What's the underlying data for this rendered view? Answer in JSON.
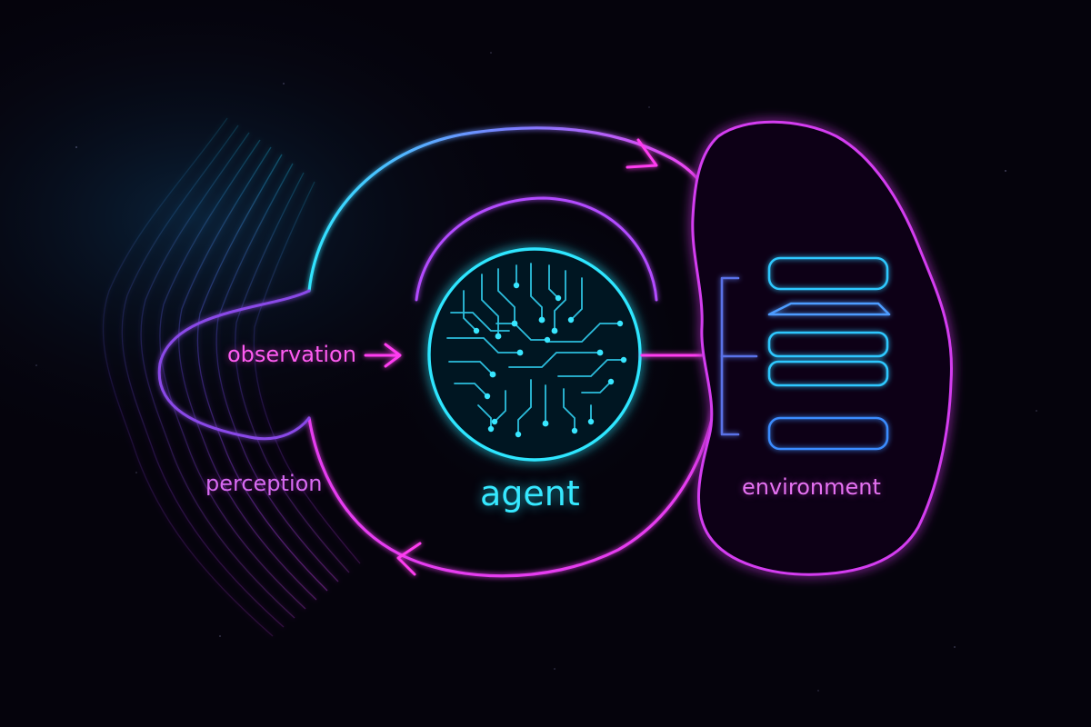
{
  "labels": {
    "observation": "observation",
    "perception": "perception",
    "agent": "agent",
    "environment": "environment"
  },
  "colors": {
    "background": "#05030c",
    "cyan": "#2fe6ff",
    "magenta": "#ff3cf0",
    "violet": "#b34bff",
    "blue": "#3aa8ff",
    "observation_text": "#ff5cf2",
    "perception_text": "#d86af2",
    "agent_text": "#36e8ff",
    "environment_text": "#e672f2"
  },
  "icons": {
    "agent_core": "circuit-brain-icon",
    "environment_panel": "stacked-server-bars-icon"
  }
}
